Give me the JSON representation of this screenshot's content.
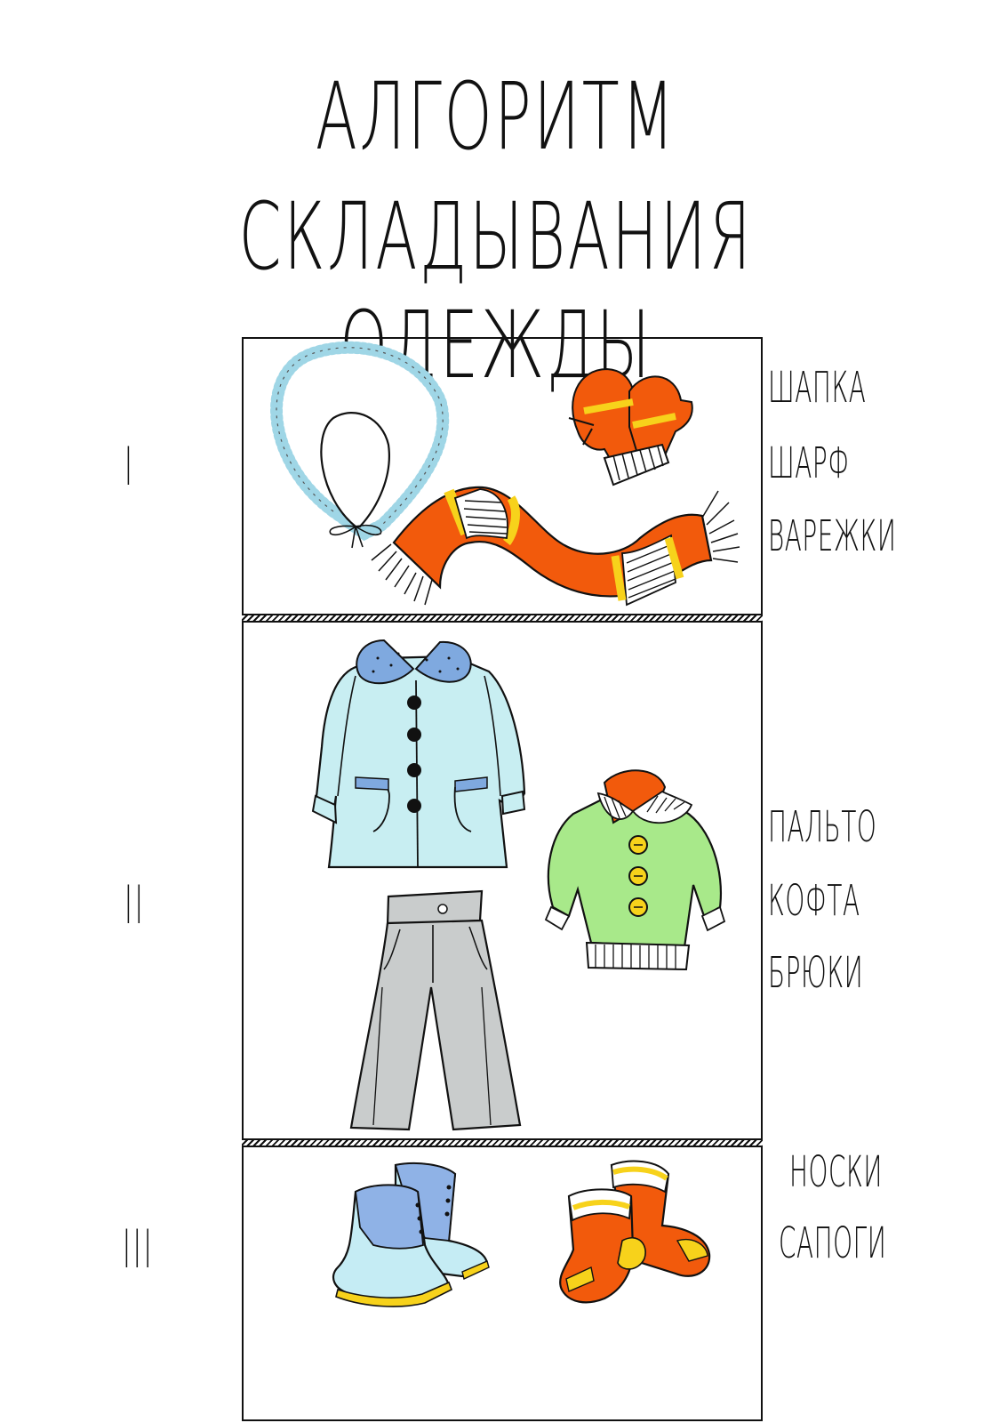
{
  "title": {
    "line1": "АЛГОРИТМ",
    "line2": "СКЛАДЫВАНИЯ ОДЕЖДЫ"
  },
  "sections": [
    {
      "roman": "I",
      "labels": [
        "ШАПКА",
        "ШАРФ",
        "ВАРЕЖКИ"
      ]
    },
    {
      "roman": "II",
      "labels": [
        "ПАЛЬТО",
        "КОФТА",
        "БРЮКИ"
      ]
    },
    {
      "roman": "III",
      "labels": [
        "НОСКИ",
        "САПОГИ"
      ]
    }
  ],
  "colors": {
    "orange": "#f25a0c",
    "yellow": "#f7d21b",
    "coat_blue": "#c8eef2",
    "collar_blue": "#7fa9df",
    "sweater_green": "#a8e98a",
    "pants_grey": "#c9cccc",
    "boot_blue": "#c5ecf4",
    "boot_dark_blue": "#8fb2e6"
  },
  "icons": [
    "hat-icon",
    "mittens-icon",
    "scarf-icon",
    "coat-icon",
    "sweater-icon",
    "pants-icon",
    "boots-icon",
    "socks-icon"
  ]
}
